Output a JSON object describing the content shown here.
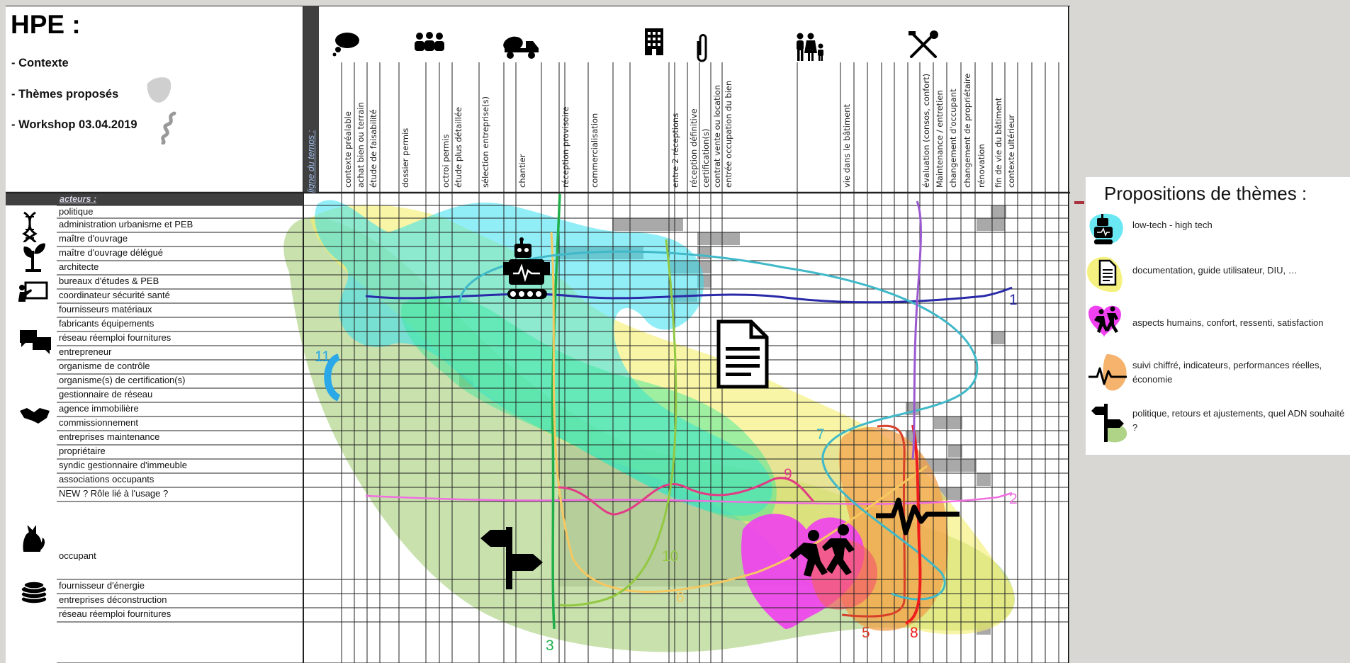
{
  "sheet": {
    "title": "HPE :",
    "menu": [
      "- Contexte",
      "- Thèmes proposés",
      "- Workshop 03.04.2019"
    ],
    "timeline_label": "ligne du temps :",
    "actors_label": "acteurs :",
    "columns": [
      "contexte préalable",
      "achat bien ou terrain",
      "étude de faisabilité",
      "dossier permis",
      "octroi permis",
      "étude plus détaillée",
      "sélection entreprise(s)",
      "chantier",
      "réception provisoire",
      "commercialisation",
      "entre 2 réceptions",
      "réception définitive",
      "certification(s)",
      "contrat vente ou location",
      "entrée occupation du bien",
      "vie dans le bâtiment",
      "évaluation (consos, confort)",
      "Maintenance / entretien",
      "changement d'occupant",
      "changement de propriétaire",
      "rénovation",
      "fin de vie du bâtiment",
      "contexte ultérieur"
    ],
    "rows": [
      "politique",
      "administration urbanisme et PEB",
      "maître d'ouvrage",
      "maître d'ouvrage délégué",
      "architecte",
      "bureaux d'études & PEB",
      "coordinateur sécurité santé",
      "fournisseurs matériaux",
      "fabricants équipements",
      "réseau réemploi fournitures",
      "entrepreneur",
      "organisme de contrôle",
      "organisme(s) de certification(s)",
      "gestionnaire de réseau",
      "agence immobilière",
      "commissionnement",
      "entreprises maintenance",
      "propriétaire",
      "syndic gestionnaire d'immeuble",
      "associations occupants",
      "NEW ? Rôle lié à l'usage ?",
      "occupant",
      "fournisseur d'énergie",
      "entreprises déconstruction",
      "réseau réemploi fournitures"
    ],
    "path_numbers": [
      "1",
      "2",
      "3",
      "5",
      "6",
      "7",
      "8",
      "9",
      "10",
      "11"
    ],
    "header_icons": [
      "thought-cloud-icon",
      "group-icon",
      "cement-truck-icon",
      "building-icon",
      "paperclip-icon",
      "family-icon",
      "tools-icon"
    ],
    "row_icons": [
      "dna-icon",
      "sprout-icon",
      "presentation-icon",
      "chat-bubbles-icon",
      "handshake-icon",
      "cat-icon",
      "coins-icon"
    ]
  },
  "themes_panel": {
    "title": "Propositions de thèmes :",
    "items": [
      {
        "label": "low-tech - high tech",
        "icon": "robot-icon",
        "color": "#37e0f0"
      },
      {
        "label": "documentation, guide utilisateur, DIU, …",
        "icon": "document-icon",
        "color": "#f3ef6a"
      },
      {
        "label": "aspects humains, confort, ressenti, satisfaction",
        "icon": "heart-dancers-icon",
        "color": "#f040f0"
      },
      {
        "label": "suivi chiffré, indicateurs, performances réelles, économie",
        "icon": "heartbeat-icon",
        "color": "#f2a04a"
      },
      {
        "label": "politique, retours et ajustements, quel ADN souhaité ?",
        "icon": "signpost-icon",
        "color": "#9bc96a"
      }
    ]
  },
  "colors": {
    "cyan": "#37e0f0",
    "yellow": "#f3ef6a",
    "green": "#9bc96a",
    "magenta": "#f040f0",
    "orange": "#f2a04a",
    "path1": "#2a2aa8",
    "path2": "#f06ee0",
    "path3": "#1fae4a",
    "path5": "#d8402a",
    "path6": "#f7c860",
    "path7": "#3fb8c8",
    "path8": "#ee1c1c",
    "path9": "#e23b86",
    "path10": "#93c842",
    "path11": "#2aa8e8",
    "accent": "#a8323e"
  }
}
